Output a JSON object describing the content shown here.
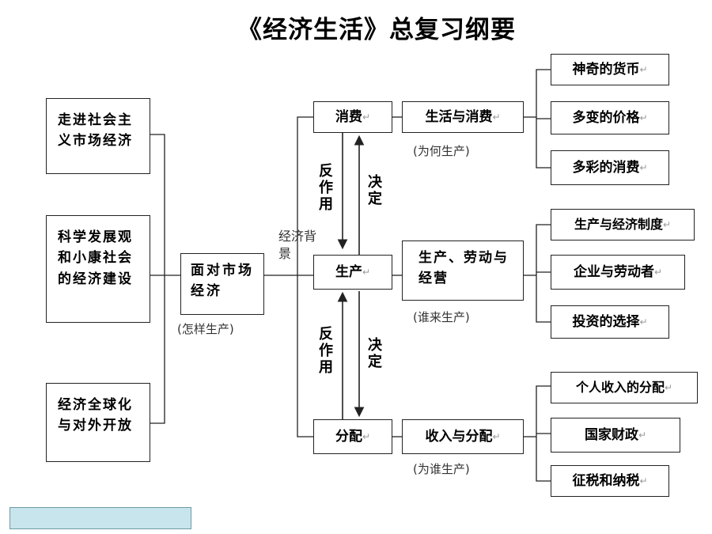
{
  "title": "《经济生活》总复习纲要",
  "left_boxes": [
    {
      "text": "走进社会主义市场经济"
    },
    {
      "text": "科学发展观和小康社会的经济建设"
    },
    {
      "text": "经济全球化与对外开放"
    }
  ],
  "center": {
    "box": "面对市场经济",
    "note": "(怎样生产)",
    "background": "经济背景"
  },
  "stages": {
    "consumption": "消费",
    "production": "生产",
    "distribution": "分配"
  },
  "relations": {
    "reaction": "反作用",
    "decision": "决定"
  },
  "topics": [
    {
      "label": "生活与消费",
      "note": "(为何生产)",
      "items": [
        "神奇的货币",
        "多变的价格",
        "多彩的消费"
      ]
    },
    {
      "label": "生产、劳动与经营",
      "note": "(谁来生产)",
      "items": [
        "生产与经济制度",
        "企业与劳动者",
        "投资的选择"
      ]
    },
    {
      "label": "收入与分配",
      "note": "(为谁生产)",
      "items": [
        "个人收入的分配",
        "国家财政",
        "征税和纳税"
      ]
    }
  ],
  "colors": {
    "line": "#222222",
    "footer_bar_fill": "#c8e4ec",
    "footer_bar_border": "#6f9aa4"
  }
}
